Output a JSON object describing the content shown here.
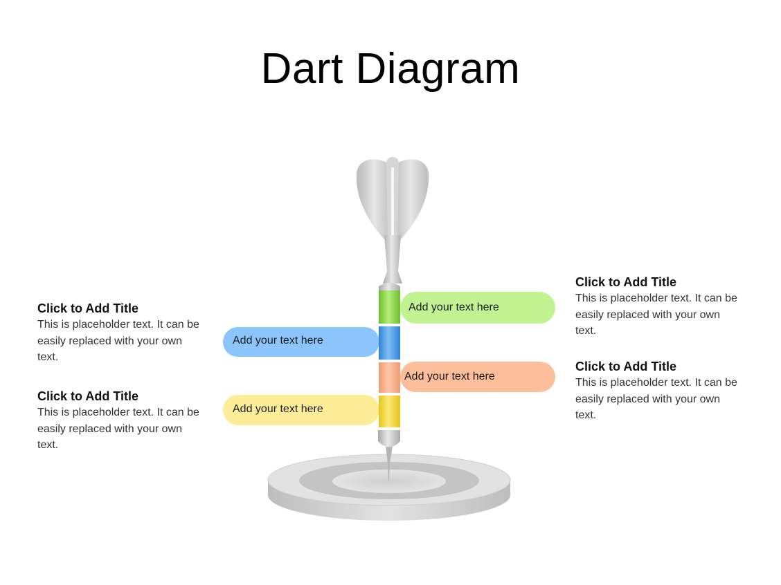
{
  "slide": {
    "title": "Dart Diagram"
  },
  "diagram": {
    "segments": [
      {
        "label": "Add your text here",
        "color": "#8fd94a"
      },
      {
        "label": "Add your text here",
        "color": "#4e9de8"
      },
      {
        "label": "Add your text here",
        "color": "#f4ab82"
      },
      {
        "label": "Add your text here",
        "color": "#f1d63c"
      }
    ],
    "pill_colors": [
      "#c3f293",
      "#8cc5fb",
      "#fdbf9b",
      "#fdec98"
    ],
    "dart_color": "#cfcfcf",
    "board_color": "#d4d4d4"
  },
  "blocks": [
    {
      "title": "Click to Add Title",
      "body": "This is placeholder text. It can be easily replaced with your own text."
    },
    {
      "title": "Click to Add Title",
      "body": "This is placeholder text. It can be easily replaced with your own text."
    },
    {
      "title": "Click to Add Title",
      "body": "This is placeholder text. It can be easily replaced with your own text."
    },
    {
      "title": "Click to Add Title",
      "body": "This is placeholder text. It can be easily replaced with your own text."
    }
  ]
}
